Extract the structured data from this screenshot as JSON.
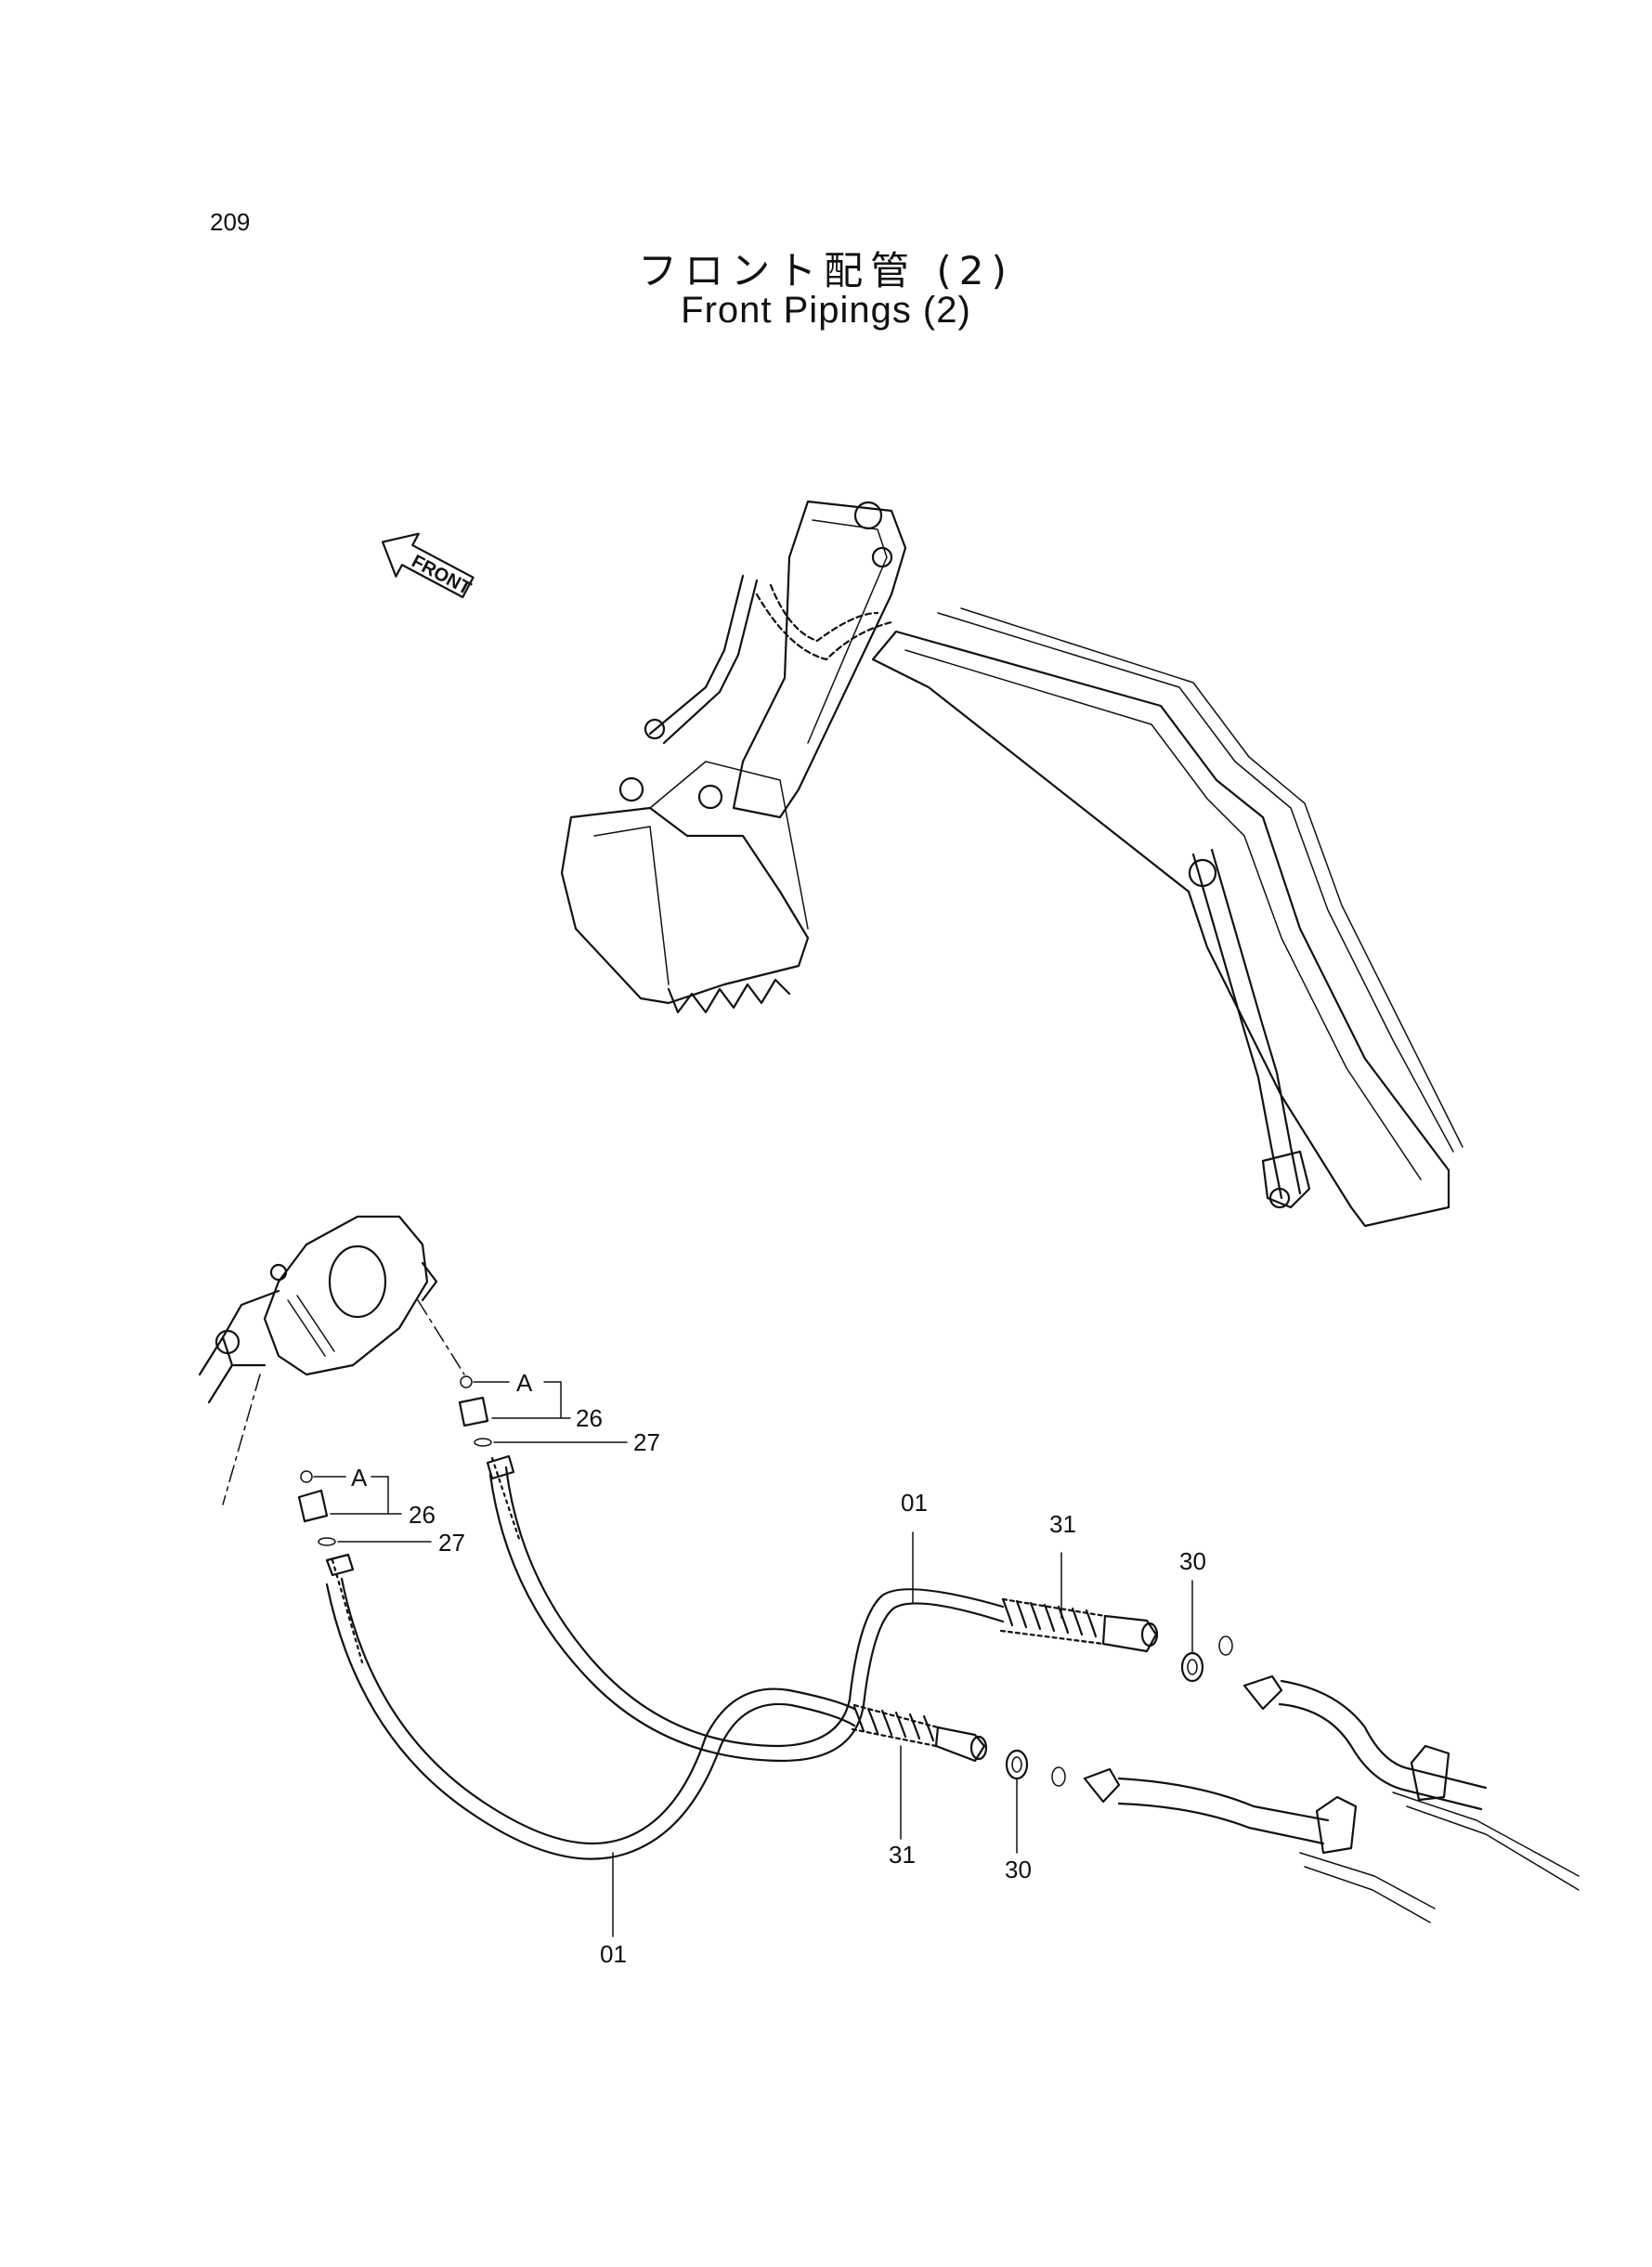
{
  "page_number": "209",
  "title": {
    "japanese": "フロント配管 (2)",
    "english": "Front Pipings (2)"
  },
  "front_arrow_label": "FRONT",
  "callouts": {
    "hose_upper": "01",
    "hose_lower": "01",
    "sleeve_upper": "31",
    "sleeve_lower": "31",
    "seal_upper": "30",
    "seal_lower": "30",
    "adapter_upper": "26",
    "adapter_lower": "26",
    "oring_upper": "27",
    "oring_lower": "27",
    "assembly_a_upper": "A",
    "assembly_a_lower": "A"
  }
}
